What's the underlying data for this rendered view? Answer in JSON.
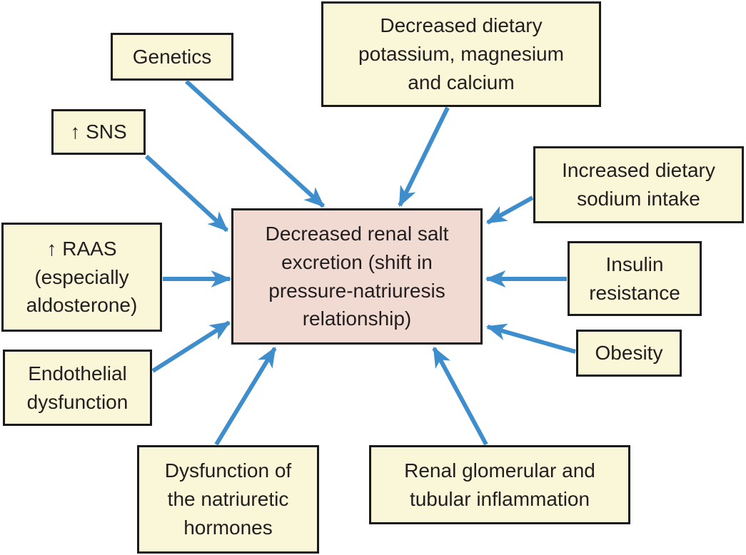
{
  "diagram": {
    "center": {
      "label": "Decreased renal salt\nexcretion (shift in\npressure-natriuresis\nrelationship)"
    },
    "factors": [
      {
        "label": "Genetics"
      },
      {
        "label": "Decreased dietary\npotassium, magnesium\nand calcium"
      },
      {
        "label": "↑ SNS"
      },
      {
        "label": "Increased dietary\nsodium intake"
      },
      {
        "label": "↑ RAAS\n(especially\naldosterone)"
      },
      {
        "label": "Insulin\nresistance"
      },
      {
        "label": "Obesity"
      },
      {
        "label": "Endothelial\ndysfunction"
      },
      {
        "label": "Dysfunction of\nthe natriuretic\nhormones"
      },
      {
        "label": "Renal glomerular and\ntubular inflammation"
      }
    ],
    "colors": {
      "factor_fill": "#FAF7D8",
      "center_fill": "#F1DAD2",
      "arrow": "#3E8ECD",
      "border": "#1A1A1A",
      "text": "#221E1F"
    }
  }
}
